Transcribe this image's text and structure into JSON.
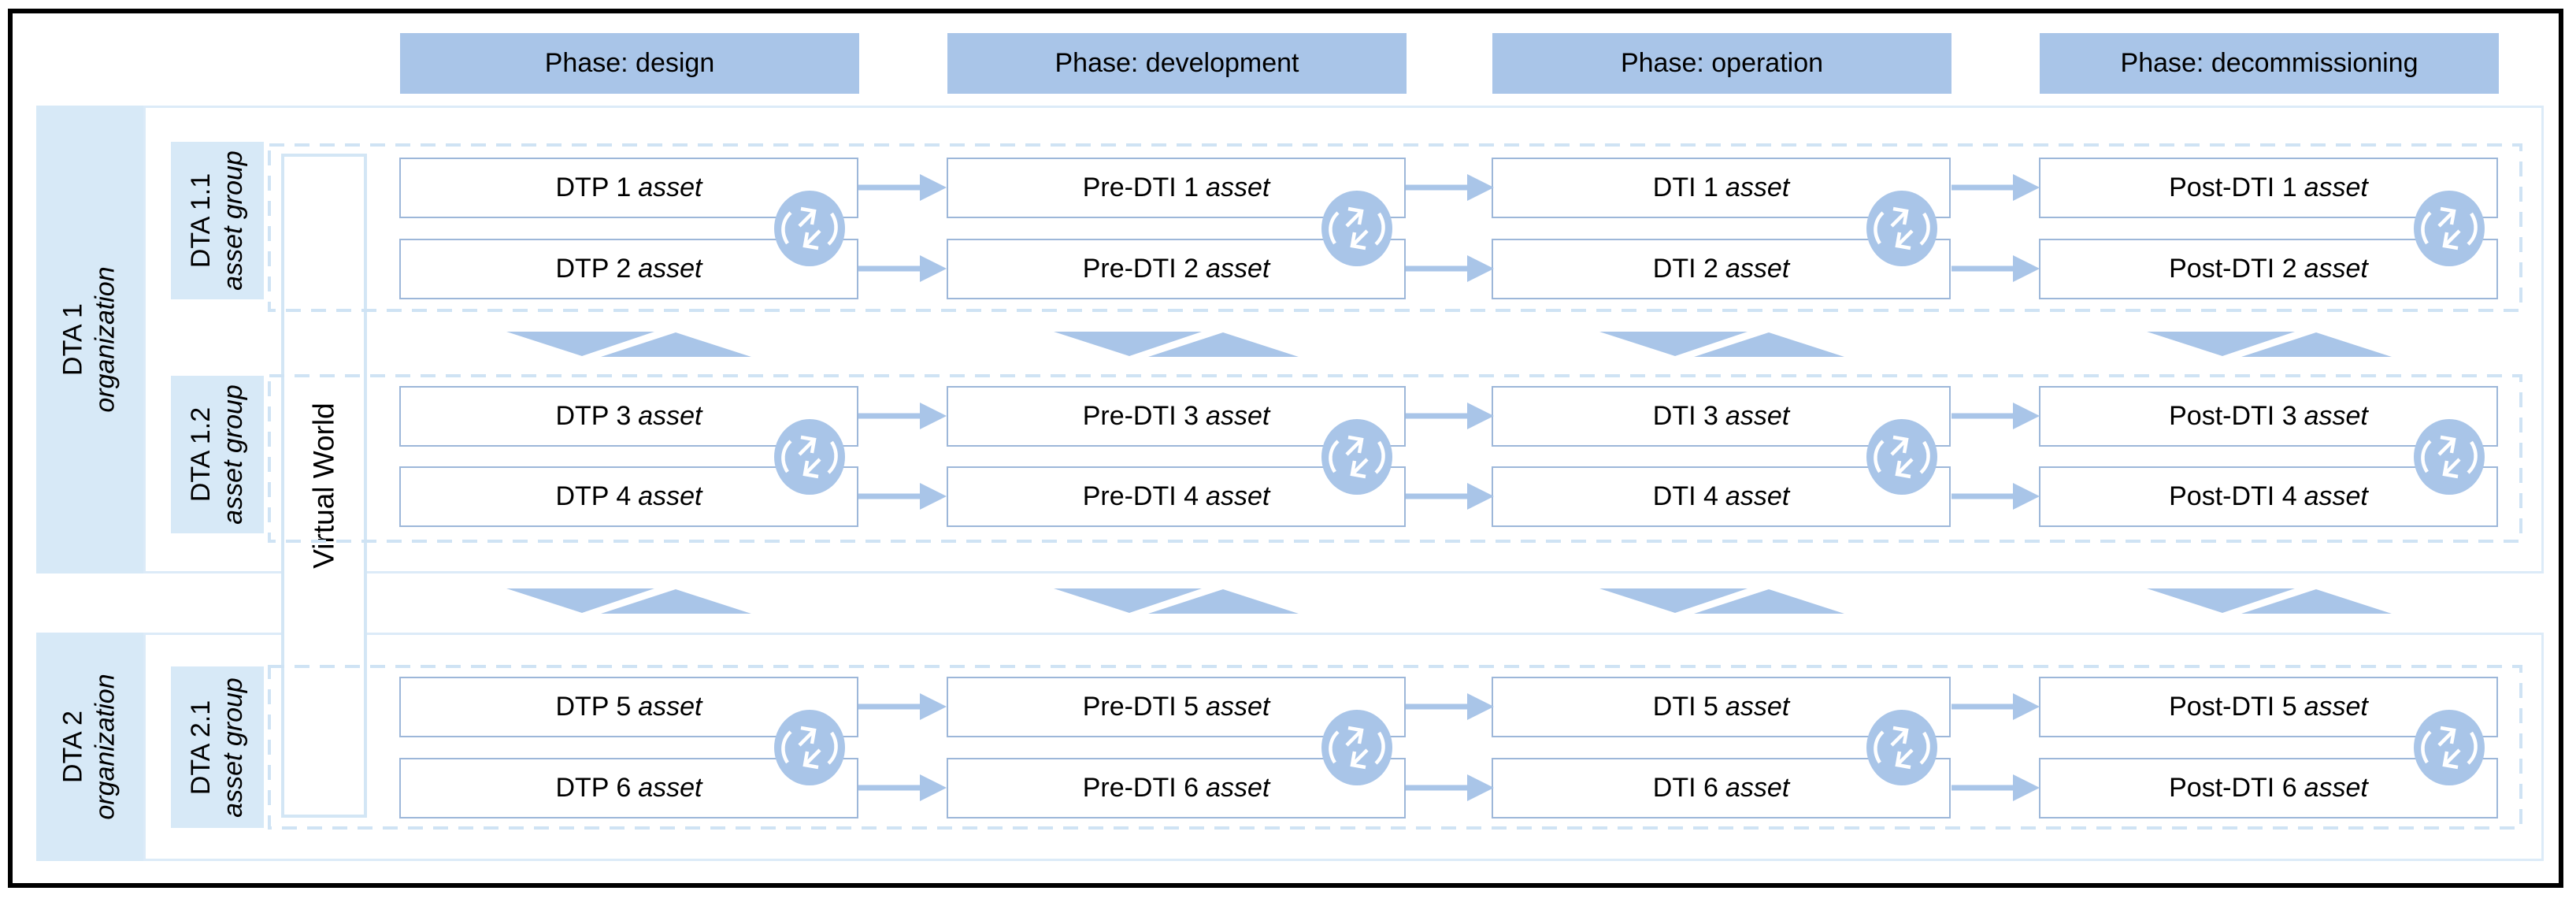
{
  "phases": [
    {
      "label": "Phase: design"
    },
    {
      "label": "Phase: development"
    },
    {
      "label": "Phase: operation"
    },
    {
      "label": "Phase: decommissioning"
    }
  ],
  "orgs": [
    {
      "name": "DTA 1",
      "type": "organization"
    },
    {
      "name": "DTA 2",
      "type": "organization"
    }
  ],
  "groups": [
    {
      "name": "DTA 1.1",
      "type": "asset group"
    },
    {
      "name": "DTA 1.2",
      "type": "asset group"
    },
    {
      "name": "DTA 2.1",
      "type": "asset group"
    }
  ],
  "virtual_world": "Virtual World",
  "assets": {
    "rows": [
      {
        "cells": [
          {
            "name": "DTP 1",
            "suffix": "asset"
          },
          {
            "name": "Pre-DTI 1",
            "suffix": "asset"
          },
          {
            "name": "DTI 1",
            "suffix": "asset"
          },
          {
            "name": "Post-DTI 1",
            "suffix": "asset"
          }
        ]
      },
      {
        "cells": [
          {
            "name": "DTP 2",
            "suffix": "asset"
          },
          {
            "name": "Pre-DTI 2",
            "suffix": "asset"
          },
          {
            "name": "DTI 2",
            "suffix": "asset"
          },
          {
            "name": "Post-DTI 2",
            "suffix": "asset"
          }
        ]
      },
      {
        "cells": [
          {
            "name": "DTP 3",
            "suffix": "asset"
          },
          {
            "name": "Pre-DTI 3",
            "suffix": "asset"
          },
          {
            "name": "DTI 3",
            "suffix": "asset"
          },
          {
            "name": "Post-DTI 3",
            "suffix": "asset"
          }
        ]
      },
      {
        "cells": [
          {
            "name": "DTP 4",
            "suffix": "asset"
          },
          {
            "name": "Pre-DTI 4",
            "suffix": "asset"
          },
          {
            "name": "DTI 4",
            "suffix": "asset"
          },
          {
            "name": "Post-DTI 4",
            "suffix": "asset"
          }
        ]
      },
      {
        "cells": [
          {
            "name": "DTP 5",
            "suffix": "asset"
          },
          {
            "name": "Pre-DTI 5",
            "suffix": "asset"
          },
          {
            "name": "DTI 5",
            "suffix": "asset"
          },
          {
            "name": "Post-DTI 5",
            "suffix": "asset"
          }
        ]
      },
      {
        "cells": [
          {
            "name": "DTP 6",
            "suffix": "asset"
          },
          {
            "name": "Pre-DTI 6",
            "suffix": "asset"
          },
          {
            "name": "DTI 6",
            "suffix": "asset"
          },
          {
            "name": "Post-DTI 6",
            "suffix": "asset"
          }
        ]
      }
    ]
  },
  "icons": {
    "sync": "circular-sync-arrows",
    "handoff": "dual-triangle-flow"
  },
  "colors": {
    "accent": "#a9c5e8",
    "light_fill": "#d7e9f7",
    "asset_box_border": "#9db7d9",
    "dashed_border": "#cfe3f4",
    "container_border": "#dcebf8",
    "frame": "#000000"
  }
}
